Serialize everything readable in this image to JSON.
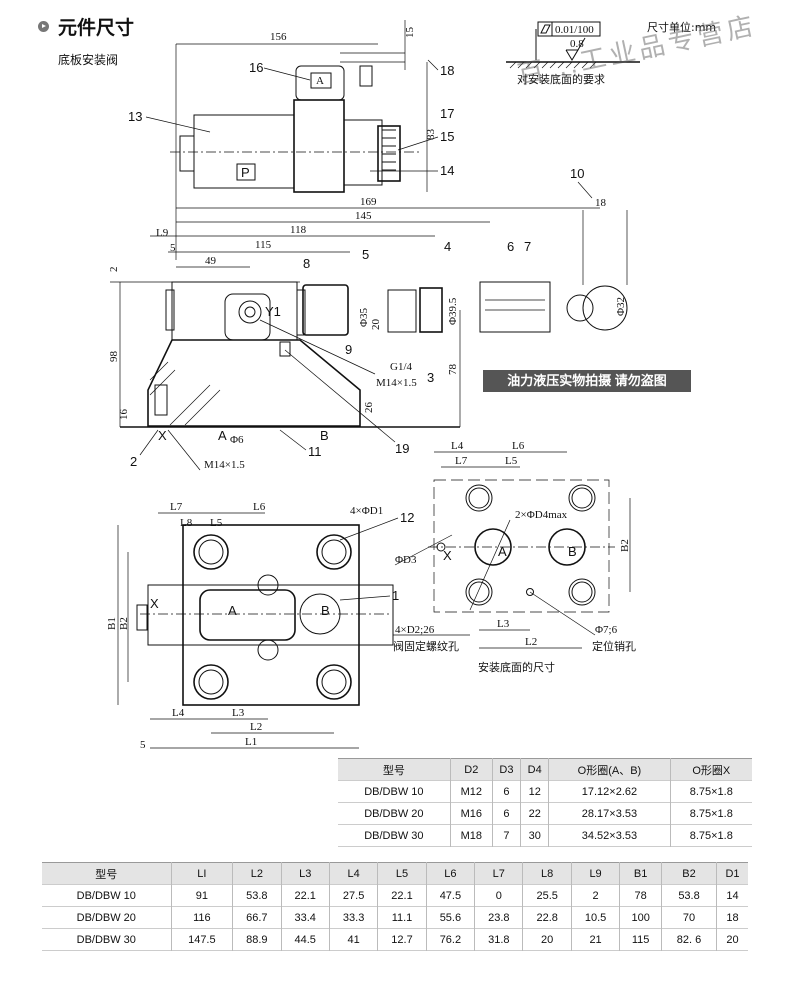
{
  "header": {
    "title": "元件尺寸",
    "subtitle": "底板安装阀",
    "unit": "尺寸单位:mm"
  },
  "watermarks": {
    "photo": "油力液压实物拍摄 请勿盗图",
    "shop": "百...工业品专营店"
  },
  "surface_req": {
    "flatness": "0.01/100",
    "roughness": "0.8",
    "caption": "对安装底面的要求"
  },
  "top_view": {
    "dims": [
      "156",
      "15",
      "83"
    ],
    "callouts": [
      "16",
      "18",
      "17",
      "15",
      "13",
      "14"
    ],
    "plate": "P",
    "plug": "A"
  },
  "side_view": {
    "dims": [
      "169",
      "145",
      "118",
      "L9",
      "5",
      "115",
      "49",
      "2",
      "98",
      "16",
      "26",
      "78",
      "20",
      "Φ35",
      "Φ39.5",
      "Φ32",
      "18",
      "10"
    ],
    "callouts": [
      "8",
      "5",
      "4",
      "6",
      "7",
      "9",
      "3",
      "19",
      "11",
      "2"
    ],
    "texts": [
      "Y1",
      "G1/4",
      "M14×1.5",
      "A",
      "B",
      "X",
      "Φ6",
      "M14×1.5"
    ]
  },
  "front_view": {
    "dims": [
      "L7",
      "L6",
      "L8",
      "L5",
      "B1",
      "B2",
      "L4",
      "L3",
      "L2",
      "L1",
      "5"
    ],
    "callouts": [
      "4×ΦD1",
      "12",
      "1"
    ],
    "texts": [
      "X",
      "A",
      "B"
    ]
  },
  "mounting": {
    "dims": [
      "L4",
      "L6",
      "L7",
      "L5",
      "B2",
      "L3",
      "L2"
    ],
    "texts": [
      "2×ΦD4max",
      "ΦD3",
      "X",
      "A",
      "B",
      "4×D2;26",
      "阀固定螺纹孔",
      "Φ7;6",
      "定位销孔"
    ],
    "caption": "安装底面的尺寸"
  },
  "table1": {
    "headers": [
      "型号",
      "D2",
      "D3",
      "D4",
      "O形圈(A、B)",
      "O形圈X"
    ],
    "rows": [
      [
        "DB/DBW 10",
        "M12",
        "6",
        "12",
        "17.12×2.62",
        "8.75×1.8"
      ],
      [
        "DB/DBW 20",
        "M16",
        "6",
        "22",
        "28.17×3.53",
        "8.75×1.8"
      ],
      [
        "DB/DBW 30",
        "M18",
        "7",
        "30",
        "34.52×3.53",
        "8.75×1.8"
      ]
    ]
  },
  "table2": {
    "headers": [
      "型号",
      "LI",
      "L2",
      "L3",
      "L4",
      "L5",
      "L6",
      "L7",
      "L8",
      "L9",
      "B1",
      "B2",
      "D1"
    ],
    "rows": [
      [
        "DB/DBW 10",
        "91",
        "53.8",
        "22.1",
        "27.5",
        "22.1",
        "47.5",
        "0",
        "25.5",
        "2",
        "78",
        "53.8",
        "14"
      ],
      [
        "DB/DBW 20",
        "116",
        "66.7",
        "33.4",
        "33.3",
        "11.1",
        "55.6",
        "23.8",
        "22.8",
        "10.5",
        "100",
        "70",
        "18"
      ],
      [
        "DB/DBW 30",
        "147.5",
        "88.9",
        "44.5",
        "41",
        "12.7",
        "76.2",
        "31.8",
        "20",
        "21",
        "115",
        "82. 6",
        "20"
      ]
    ]
  }
}
